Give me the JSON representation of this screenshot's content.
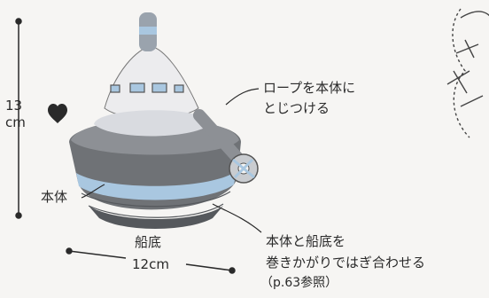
{
  "labels": {
    "height_value": "13",
    "height_unit": "cm",
    "width_value": "12cm",
    "body_part": "本体",
    "bottom_part": "船底",
    "rope_note_line1": "ロープを本体に",
    "rope_note_line2": "とじつける",
    "join_note_line1": "本体と船底を",
    "join_note_line2": "巻きかがりではぎ合わせる",
    "join_note_line3": "（p.63参照）"
  },
  "colors": {
    "body_dark_gray": "#6f7276",
    "body_mid_gray": "#8d9095",
    "light_blue_stripe": "#a9c7e0",
    "dome_white": "#ececee",
    "line_color": "#2a2a2a"
  },
  "icons": [
    "heart-icon"
  ]
}
